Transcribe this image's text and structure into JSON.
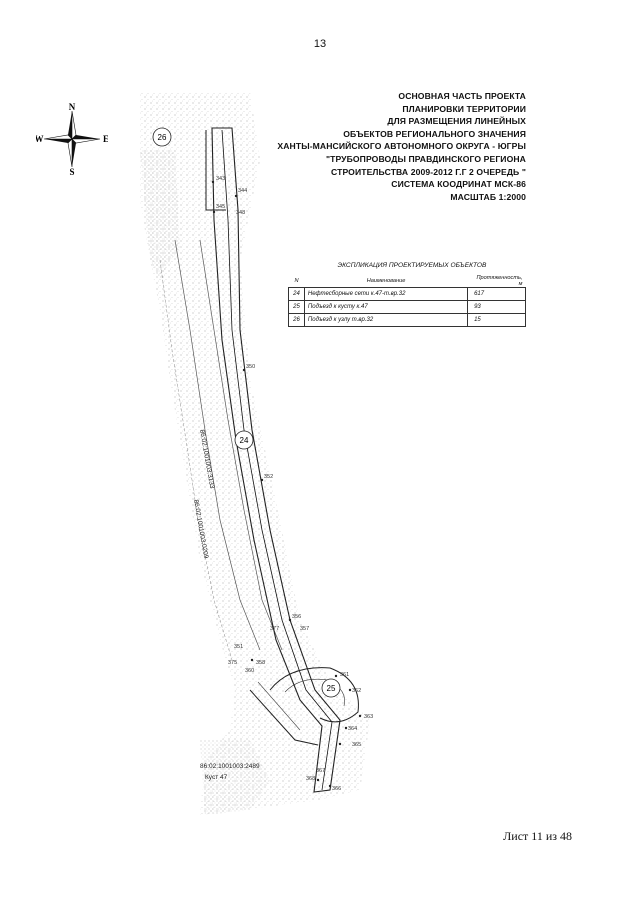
{
  "page_number": "13",
  "title_lines": [
    "ОСНОВНАЯ ЧАСТЬ ПРОЕКТА",
    "ПЛАНИРОВКИ ТЕРРИТОРИИ",
    "ДЛЯ РАЗМЕЩЕНИЯ ЛИНЕЙНЫХ",
    "ОБЪЕКТОВ РЕГИОНАЛЬНОГО ЗНАЧЕНИЯ",
    "ХАНТЫ-МАНСИЙСКОГО АВТОНОМНОГО ОКРУГА - ЮГРЫ",
    "\"ТРУБОПРОВОДЫ ПРАВДИНСКОГО РЕГИОНА",
    "СТРОИТЕЛЬСТВА 2009-2012 Г.Г 2 ОЧЕРЕДЬ \"",
    "СИСТЕМА КООДРИНАТ МСК-86",
    "МАСШТАБ 1:2000"
  ],
  "compass": {
    "north": "N",
    "south": "S",
    "east": "E",
    "west": "W"
  },
  "legend": {
    "title": "ЭКСПЛИКАЦИЯ ПРОЕКТИРУЕМЫХ ОБЪЕКТОВ",
    "headers": {
      "n": "N",
      "name": "Наименование",
      "length": "Протяженность, м"
    },
    "rows": [
      {
        "n": "24",
        "name": "Нефтесборные сети к.47-т.вр.32",
        "length": "617"
      },
      {
        "n": "25",
        "name": "Подъезд к кусту к.47",
        "length": "93"
      },
      {
        "n": "26",
        "name": "Подъезд к узлу т.вр.32",
        "length": "15"
      }
    ]
  },
  "map": {
    "object_markers": [
      "26",
      "24",
      "25"
    ],
    "parcel_labels": [
      "86:02:1001003:3133",
      "86:02:1001003:0209",
      "86:02:1001003:2489"
    ],
    "site_label": "Куст 47",
    "point_labels": [
      "343",
      "344",
      "345",
      "348",
      "350",
      "351",
      "352",
      "356",
      "357",
      "358",
      "360",
      "361",
      "362",
      "363",
      "364",
      "365",
      "366",
      "367",
      "368",
      "375",
      "377"
    ]
  },
  "footer": "Лист 11 из 48"
}
